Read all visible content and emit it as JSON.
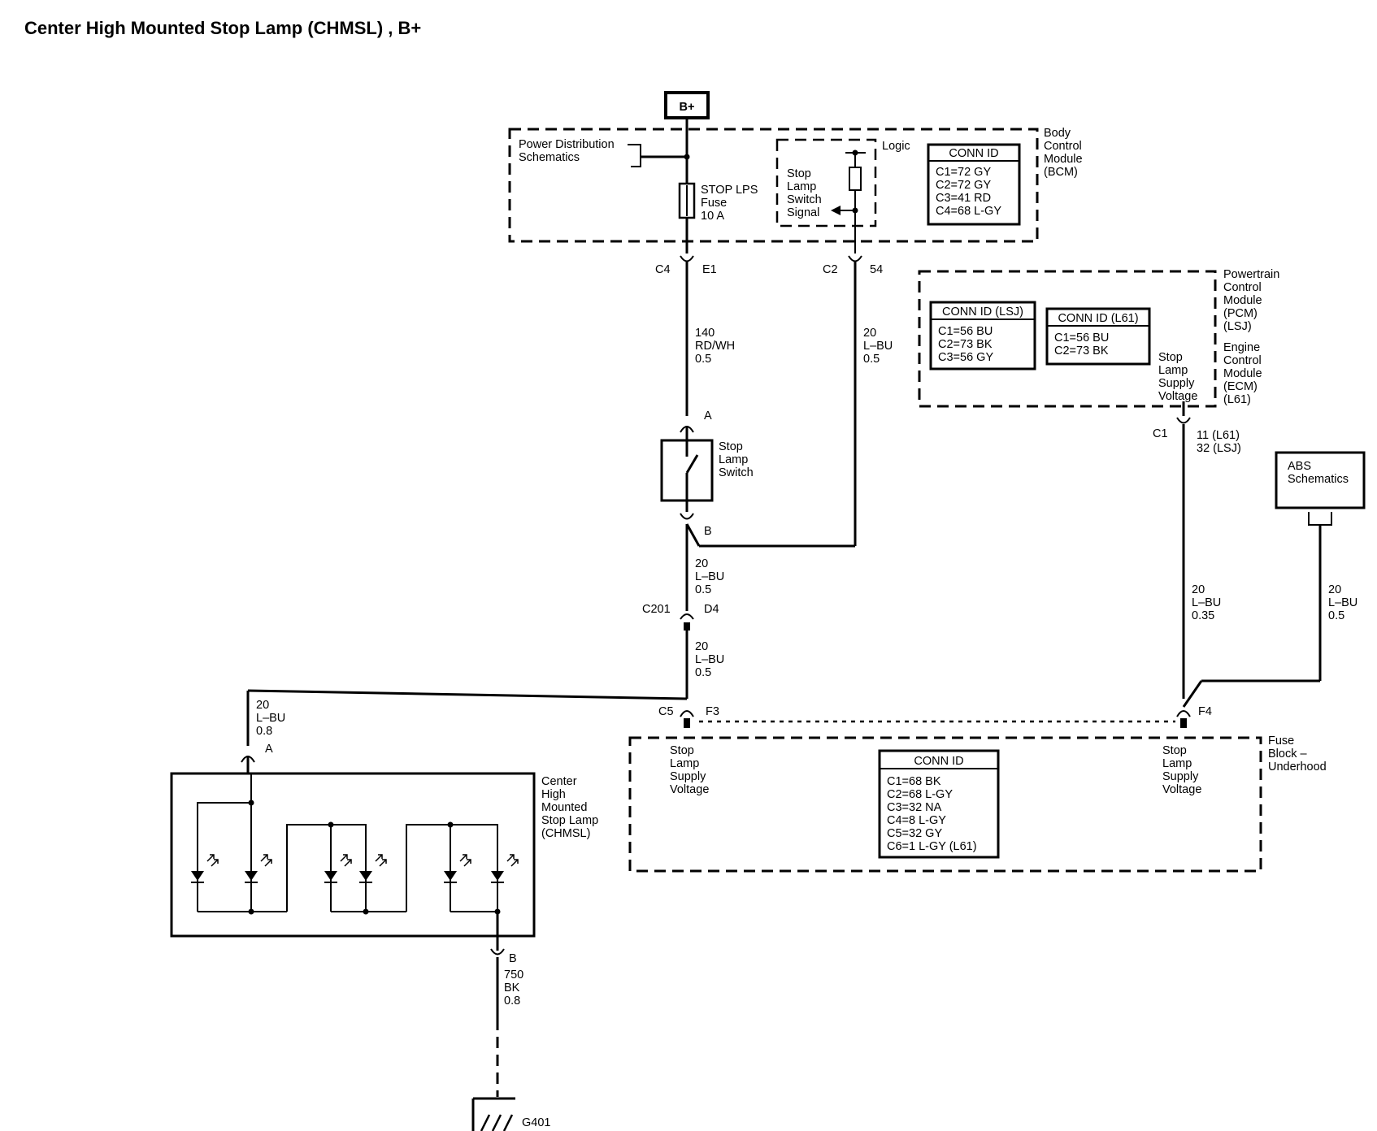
{
  "title": "Center High Mounted Stop Lamp (CHMSL) , B+",
  "bplus": "B+",
  "bcm": {
    "label": [
      "Body",
      "Control",
      "Module",
      "(BCM)"
    ],
    "pds": [
      "Power Distribution",
      "Schematics"
    ],
    "fuse": [
      "STOP LPS",
      "Fuse",
      "10 A"
    ],
    "logic": "Logic",
    "signal": [
      "Stop",
      "Lamp",
      "Switch",
      "Signal"
    ],
    "conn_title": "CONN ID",
    "conn": [
      "C1=72 GY",
      "C2=72 GY",
      "C3=41 RD",
      "C4=68 L-GY"
    ]
  },
  "conn_c4": {
    "name": "C4",
    "pin": "E1"
  },
  "conn_c2": {
    "name": "C2",
    "pin": "54"
  },
  "wire_140": [
    "140",
    "RD/WH",
    "0.5"
  ],
  "wire_bcm": [
    "20",
    "L–BU",
    "0.5"
  ],
  "switch": {
    "pin_a": "A",
    "pin_b": "B",
    "label": [
      "Stop",
      "Lamp",
      "Switch"
    ]
  },
  "wire_sw_b": [
    "20",
    "L–BU",
    "0.5"
  ],
  "c201": {
    "name": "C201",
    "pin": "D4"
  },
  "wire_c201": [
    "20",
    "L–BU",
    "0.5"
  ],
  "pcm": {
    "label": [
      "Powertrain",
      "Control",
      "Module",
      "(PCM)",
      "(LSJ)"
    ],
    "ecm": [
      "Engine",
      "Control",
      "Module",
      "(ECM)",
      "(L61)"
    ],
    "lsj_title": "CONN ID (LSJ)",
    "lsj": [
      "C1=56 BU",
      "C2=73 BK",
      "C3=56 GY"
    ],
    "l61_title": "CONN ID (L61)",
    "l61": [
      "C1=56 BU",
      "C2=73 BK"
    ],
    "supply": [
      "Stop",
      "Lamp",
      "Supply",
      "Voltage"
    ],
    "c1": "C1",
    "c1_pins": [
      "11 (L61)",
      "32 (LSJ)"
    ]
  },
  "wire_pcm": [
    "20",
    "L–BU",
    "0.35"
  ],
  "abs": {
    "label": [
      "ABS",
      "Schematics"
    ]
  },
  "wire_abs": [
    "20",
    "L–BU",
    "0.5"
  ],
  "fuseblock": {
    "label": [
      "Fuse",
      "Block –",
      "Underhood"
    ],
    "c5": "C5",
    "f3": "F3",
    "f4": "F4",
    "left_supply": [
      "Stop",
      "Lamp",
      "Supply",
      "Voltage"
    ],
    "right_supply": [
      "Stop",
      "Lamp",
      "Supply",
      "Voltage"
    ],
    "conn_title": "CONN ID",
    "conn": [
      "C1=68 BK",
      "C2=68 L-GY",
      "C3=32 NA",
      "C4=8 L-GY",
      "C5=32 GY",
      "C6=1 L-GY (L61)"
    ]
  },
  "wire_chmsl": [
    "20",
    "L–BU",
    "0.8"
  ],
  "chmsl": {
    "label": [
      "Center",
      "High",
      "Mounted",
      "Stop Lamp",
      "(CHMSL)"
    ],
    "pin_a": "A",
    "pin_b": "B"
  },
  "wire_ground": [
    "750",
    "BK",
    "0.8"
  ],
  "ground": "G401"
}
